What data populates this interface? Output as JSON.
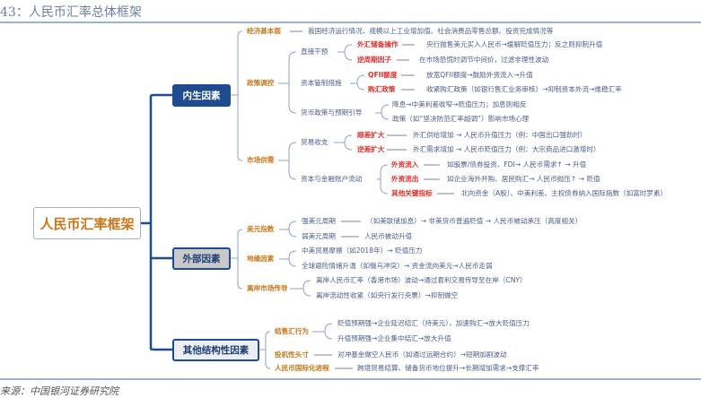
{
  "header": {
    "title": "43：人民币汇率总体框架"
  },
  "footer": {
    "source": "来源：中国银河证券研究院"
  },
  "root": "人民币汇率框架",
  "colors": {
    "primary": "#1f4c8f",
    "orange": "#c8781c",
    "red": "#e0302c",
    "text": "#4a5d8c"
  },
  "internal": {
    "label": "内生因素",
    "fundamentals": {
      "label": "经济基本面",
      "desc": "我国经济运行情况、规模以上工业增加值、社会消费品零售总额、投资完成情况等"
    },
    "policy": {
      "label": "政策调控",
      "direct": {
        "label": "直接干预",
        "items": [
          {
            "label": "外汇储备操作",
            "desc": "央行抛售美元买入人民币→缓解贬值压力；反之则抑制升值"
          },
          {
            "label": "逆周期因子",
            "desc": "在市场恐慌时调节中间价，过滤非理性波动"
          }
        ]
      },
      "capital": {
        "label": "资本管制措施",
        "items": [
          {
            "label": "QFII额度",
            "desc": "放宽QFII额度→鼓励外资流入→升值"
          },
          {
            "label": "购汇政策",
            "desc": "收紧购汇政策（如银行售汇业务审核）→抑制资本外流→维稳汇率"
          }
        ]
      },
      "monetary": {
        "label": "货币政策与预期引导",
        "items": [
          "降息→中美利差收窄→贬值压力；加息则相反",
          "政策（如“坚决防范汇率超调”）影响市场心理"
        ]
      }
    },
    "market": {
      "label": "市场供需",
      "trade": {
        "label": "贸易收支",
        "items": [
          {
            "label": "顺差扩大",
            "desc": "外汇供给增加 → 人民币升值压力（例：中国出口强劲时）"
          },
          {
            "label": "逆差扩大",
            "desc": "外汇需求增加 → 人民币贬值压力（例：大宗商品进口激增时）"
          }
        ]
      },
      "capital_flow": {
        "label": "资本与金融账户流动",
        "items": [
          {
            "label": "外资流入",
            "desc": "如股票/债券投资、FDI→ 人民币需求↑ → 升值"
          },
          {
            "label": "外资流出",
            "desc": "如企业海外并购、居民购汇→ 人民币抛压↑ → 贬值"
          },
          {
            "label": "其他关键指标",
            "desc": "北向资金（A股）、中美利差、主权债券纳入国际指数（如富时罗素）"
          }
        ]
      }
    }
  },
  "external": {
    "label": "外部因素",
    "usd": {
      "label": "美元指数",
      "items": [
        {
          "label": "强美元周期",
          "desc": "（如美联储加息）→ 非美货币普遍贬值 → 人民币被动承压（高度相关）"
        },
        {
          "label": "弱美元周期",
          "desc": "人民币被动升值"
        }
      ]
    },
    "geo": {
      "label": "地缘因素",
      "items": [
        "中美贸易摩擦（如2018年）→ 贬值压力",
        "全球避险情绪升温（如俄乌冲突）→ 资金流向美元→人民币走弱"
      ]
    },
    "offshore": {
      "label": "离岸市场传导",
      "items": [
        "离岸人民币汇率（香港市场）波动→通过套利交易传导至在岸（CNY）",
        "离岸流动性收紧（如央行发行央票）→抑制做空"
      ]
    }
  },
  "other": {
    "label": "其他结构性因素",
    "fx_settle": {
      "label": "结售汇行为",
      "items": [
        "贬值预期强→企业延迟结汇（持美元），加速购汇→放大贬值压力",
        "升值预期强→企业集中结汇→放大升值"
      ]
    },
    "speculative": {
      "label": "投机性头寸",
      "desc": "对冲基金做空人民币（如通过远期合约）→短期加剧波动"
    },
    "intl": {
      "label": "人民币国际化进程",
      "desc": "跨境贸易结算、储备货币地位提升→长期增加需求→支撑汇率"
    }
  }
}
